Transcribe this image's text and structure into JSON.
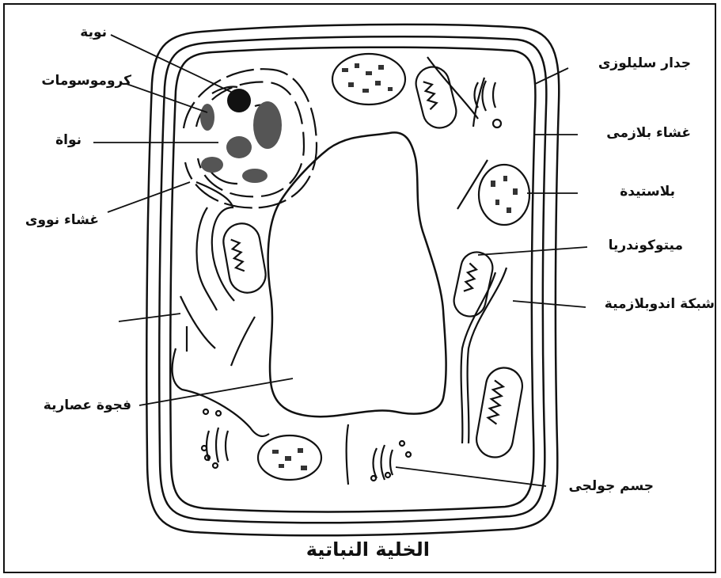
{
  "labels": {
    "nucleolus": "نوية",
    "chromosomes": "كروموسومات",
    "nucleus": "نواة",
    "nuclear_membrane": "غشاء نووى",
    "vacuole": "فجوة عصارية",
    "cellulose_wall": "جدار سليلوزى",
    "plasma_membrane": "غشاء بلازمى",
    "plastid": "بلاستيدة",
    "mitochondria": "ميتوكوندريا",
    "endoplasmic_reticulum": "شبكة اندوبلازمية",
    "golgi_body": "جسم جولجى"
  },
  "title": "الخلية النباتية"
}
